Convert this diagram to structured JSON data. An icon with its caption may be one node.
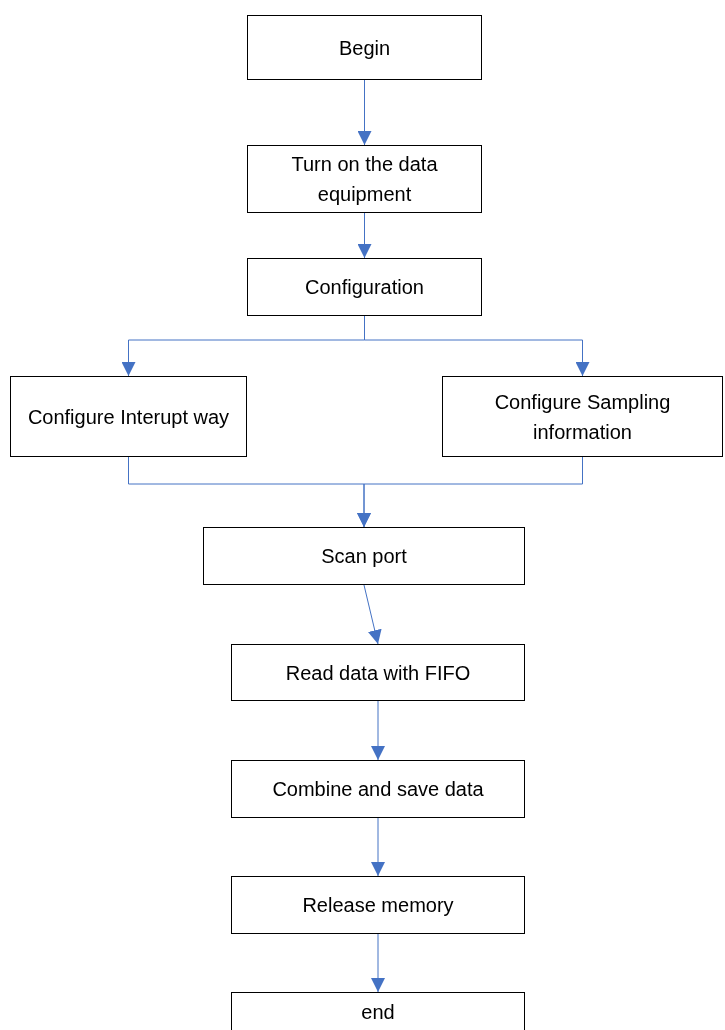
{
  "diagram": {
    "nodes": [
      {
        "text": [
          "Begin"
        ]
      },
      {
        "text": [
          "Turn on the data equipment"
        ]
      },
      {
        "text": [
          "Configuration"
        ]
      },
      {
        "text": [
          "Configure Interupt way"
        ]
      },
      {
        "text": [
          "Configure Sampling information"
        ]
      },
      {
        "text": [
          "Scan port"
        ]
      },
      {
        "text": [
          "Read data with FIFO"
        ]
      },
      {
        "text": [
          "Combine and save data"
        ]
      },
      {
        "text": [
          "Release memory"
        ]
      },
      {
        "text": [
          "end"
        ]
      }
    ],
    "edges": [
      {
        "from": 0,
        "to": 1,
        "arrow": "to"
      },
      {
        "from": 1,
        "to": 2,
        "arrow": "to"
      },
      {
        "from": 2,
        "to": 3,
        "arrow": "to"
      },
      {
        "from": 2,
        "to": 4,
        "arrow": "to"
      },
      {
        "from": 3,
        "to": 5,
        "arrow": "to"
      },
      {
        "from": 4,
        "to": 5,
        "arrow": "to"
      },
      {
        "from": 5,
        "to": 6,
        "arrow": "to"
      },
      {
        "from": 6,
        "to": 7,
        "arrow": "to"
      },
      {
        "from": 7,
        "to": 8,
        "arrow": "to"
      },
      {
        "from": 8,
        "to": 9,
        "arrow": "to"
      }
    ]
  }
}
